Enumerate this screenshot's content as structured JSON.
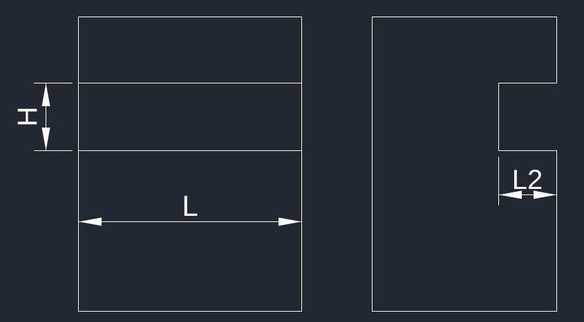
{
  "colors": {
    "background": "#222831",
    "line": "#ffffff"
  },
  "dimensions": {
    "h_label": "H",
    "l_label": "L",
    "l2_label": "L2"
  }
}
